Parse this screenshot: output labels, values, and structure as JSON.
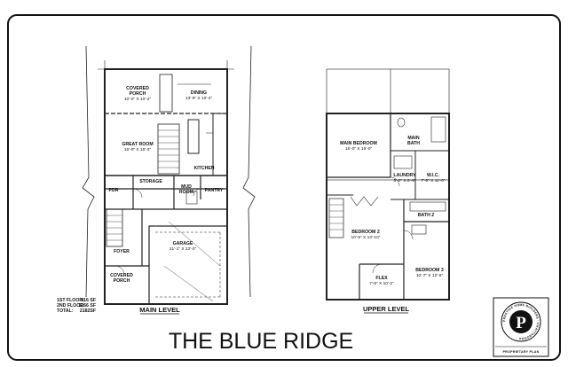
{
  "title": "THE BLUE RIDGE",
  "levels": {
    "main": {
      "label": "MAIN LEVEL",
      "rooms": {
        "covered_porch_rear": {
          "name": "COVERED",
          "name2": "PORCH",
          "dim": "10'-0\" X 10'-2\""
        },
        "dining": {
          "name": "DINING",
          "dim": "13'-9\" X 10'-2\""
        },
        "great_room": {
          "name": "GREAT ROOM",
          "dim": "15'-0\" X 15'-3\""
        },
        "kitchen": {
          "name": "KITCHEN"
        },
        "storage": {
          "name": "STORAGE"
        },
        "pantry": {
          "name": "PANTRY"
        },
        "mudroom": {
          "name": "MUD",
          "name2": "ROOM"
        },
        "pdr": {
          "name": "PDR"
        },
        "foyer": {
          "name": "FOYER"
        },
        "garage": {
          "name": "GARAGE",
          "dim": "21'-1\" X 22'-0\""
        },
        "covered_porch_front": {
          "name": "COVERED",
          "name2": "PORCH"
        }
      },
      "area_table": [
        {
          "label": "1ST FLOOR:",
          "value": "916 SF"
        },
        {
          "label": "2ND FLOOR:",
          "value": "1266 SF"
        },
        {
          "label": "TOTAL:",
          "value": "2182SF"
        }
      ]
    },
    "upper": {
      "label": "UPPER LEVEL",
      "rooms": {
        "main_bedroom": {
          "name": "MAIN BEDROOM",
          "dim": "15'-0\" X 15'-0\""
        },
        "main_bath": {
          "name": "MAIN",
          "name2": "BATH"
        },
        "laundry": {
          "name": "LAUNDRY",
          "dim": "5'-0\" X 6'-9\""
        },
        "wic": {
          "name": "W.I.C.",
          "dim": "7'-5\" X 11'-0\""
        },
        "bath2": {
          "name": "BATH 2"
        },
        "bedroom2": {
          "name": "BEDROOM 2",
          "dim": "10'-6\" X 13'-10\""
        },
        "bedroom3": {
          "name": "BEDROOM 3",
          "dim": "10'-7\" X 12'-6\""
        },
        "flex": {
          "name": "FLEX",
          "dim": "7'-8\" X 10'-2\""
        }
      }
    }
  },
  "logo": {
    "letter": "P",
    "ring_text": "PRESTIGE HOME BUILDERS · CHATTANOOGA ·",
    "caption": "PROPRIETARY PLAN"
  }
}
